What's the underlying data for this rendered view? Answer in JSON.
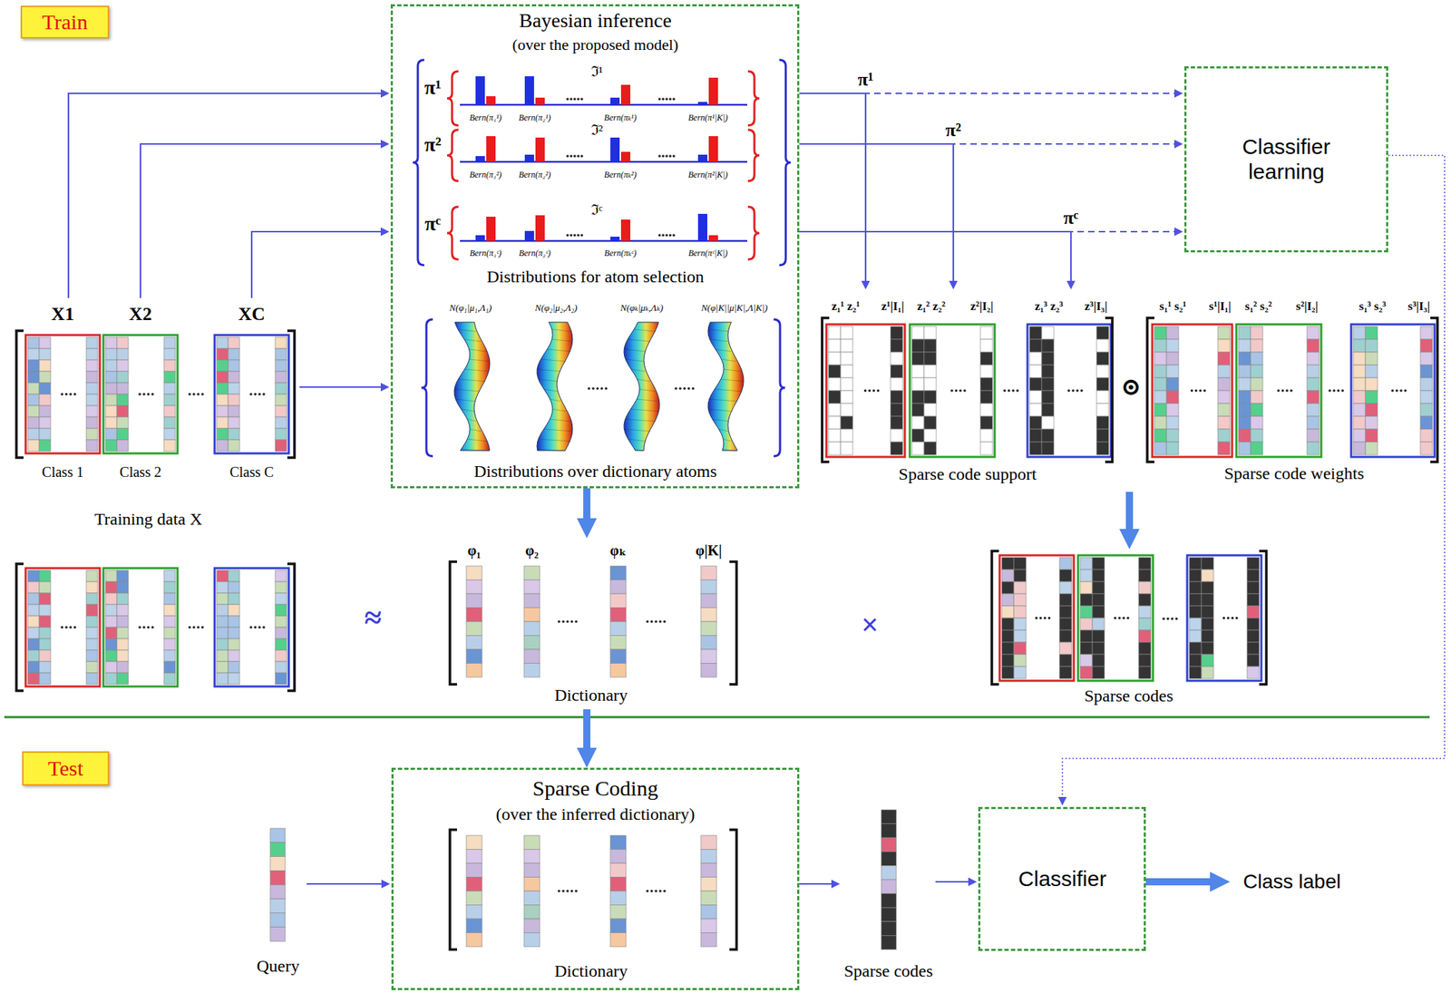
{
  "diagram": {
    "nodes": [
      {
        "text": [
          "Train"
        ]
      },
      {
        "text": [
          "Bayesian inference",
          "(over the proposed model)",
          "Distributions for atom selection",
          "Distributions over dictionary atoms"
        ]
      },
      {
        "text": [
          "Classifier learning"
        ]
      },
      {
        "text": [
          "X1",
          "X2",
          "XC",
          "Class 1",
          "Class 2",
          "Class C",
          "Training data X"
        ]
      },
      {
        "text": [
          "φ₁",
          "φ₂",
          "φₖ",
          "φ|K|",
          "Dictionary"
        ]
      },
      {
        "text": [
          "z₁¹ z₂¹",
          "z¹|I₁|",
          "z₁² z₂²",
          "z²|I₂|",
          "z₁³ z₂³",
          "z³|I₃|",
          "Sparse code support"
        ]
      },
      {
        "text": [
          "s₁¹ s₂¹",
          "s¹|I₁|",
          "s₁² s₂²",
          "s²|I₂|",
          "s₁³ s₂³",
          "s³|I₃|",
          "Sparse code weights"
        ]
      },
      {
        "text": [
          "Sparse codes"
        ]
      },
      {
        "text": [
          "Test"
        ]
      },
      {
        "text": [
          "Query"
        ]
      },
      {
        "text": [
          "Sparse Coding",
          "(over the inferred dictionary)"
        ]
      },
      {
        "text": [
          "Dictionary"
        ],
        "in": 10
      },
      {
        "text": [
          "Sparse codes"
        ]
      },
      {
        "text": [
          "Classifier"
        ]
      },
      {
        "text": [
          "Class label"
        ]
      }
    ],
    "edges": [
      {
        "from": 3,
        "to": 1,
        "arrow": "to"
      },
      {
        "from": 3,
        "to": 1,
        "arrow": "to"
      },
      {
        "from": 3,
        "to": 1,
        "arrow": "to"
      },
      {
        "from": 3,
        "to": 1,
        "arrow": "to"
      },
      {
        "from": 1,
        "to": 5,
        "label": "π¹",
        "arrow": "to"
      },
      {
        "from": 1,
        "to": 5,
        "label": "π²",
        "arrow": "to"
      },
      {
        "from": 1,
        "to": 5,
        "label": "πᶜ",
        "arrow": "to"
      },
      {
        "from": 1,
        "to": 2,
        "arrow": "to"
      },
      {
        "from": 1,
        "to": 2,
        "arrow": "to"
      },
      {
        "from": 1,
        "to": 2,
        "arrow": "to"
      },
      {
        "from": 1,
        "to": 4,
        "arrow": "to"
      },
      {
        "from": 5,
        "to": 7,
        "arrow": "to"
      },
      {
        "from": 6,
        "to": 7,
        "arrow": "to"
      },
      {
        "from": 4,
        "to": 10,
        "arrow": "to"
      },
      {
        "from": 9,
        "to": 10,
        "arrow": "to"
      },
      {
        "from": 10,
        "to": 12,
        "arrow": "to"
      },
      {
        "from": 12,
        "to": 13,
        "arrow": "to"
      },
      {
        "from": 13,
        "to": 14,
        "arrow": "to"
      },
      {
        "from": 2,
        "to": 13,
        "arrow": "to"
      }
    ],
    "labels": [
      "π¹",
      "π²",
      "πᶜ",
      "ℑ¹",
      "ℑ²",
      "ℑᶜ",
      "Bern(π₁¹)",
      "Bern(π₂¹)",
      "Bern(πₖ¹)",
      "Bern(π¹|K|)",
      "Bern(π₁²)",
      "Bern(π₂²)",
      "Bern(πₖ²)",
      "Bern(π²|K|)",
      "Bern(π₁ᶜ)",
      "Bern(π₂ᶜ)",
      "Bern(πₖᶜ)",
      "Bern(πᶜ|K|)",
      "N(φ₁|μ₁,Λ₁)",
      "N(φ₂|μ₂,Λ₂)",
      "N(φₖ|μₖ,Λₖ)",
      "N(φ|K||μ|K|,Λ|K|)",
      "≈",
      "×",
      "⊙"
    ]
  }
}
